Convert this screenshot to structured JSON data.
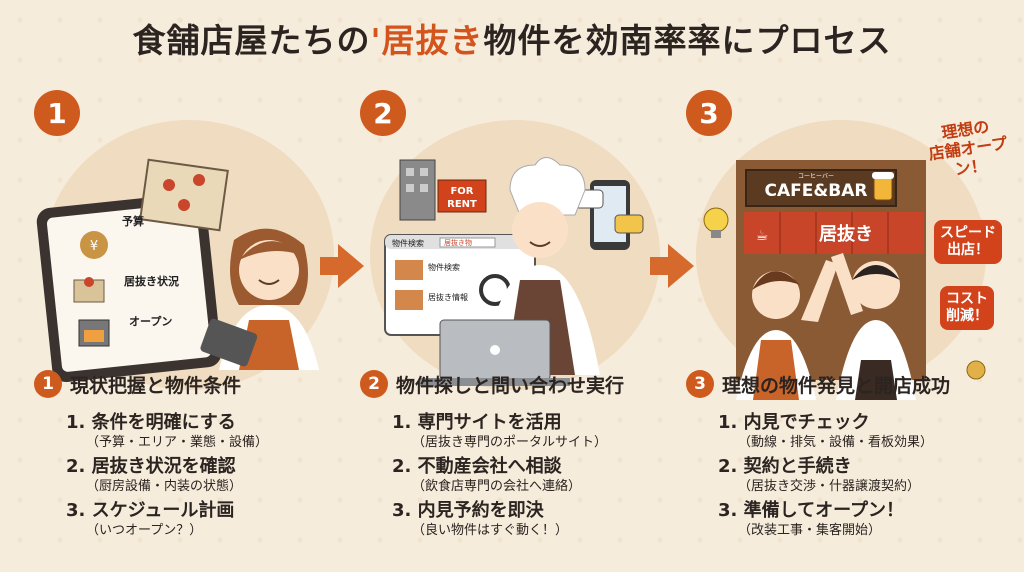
{
  "title": {
    "pre": "食舗店屋たちの",
    "highlight": "'居抜き",
    "post": "物件を効南率率にプロセス"
  },
  "steps": [
    {
      "number": "1",
      "heading": "現状把握と物件条件",
      "illus_labels": {
        "budget": "予算",
        "status": "居抜き状況",
        "open": "オープン",
        "yen": "¥"
      },
      "items": [
        {
          "main": "1. 条件を明確にする",
          "sub": "（予算・エリア・業態・設備）"
        },
        {
          "main": "2. 居抜き状況を確認",
          "sub": "（厨房設備・内装の状態）"
        },
        {
          "main": "3. スケジュール計画",
          "sub": "（いつオープン？）"
        }
      ]
    },
    {
      "number": "2",
      "heading": "物件探しと問い合わせ実行",
      "illus_labels": {
        "for_rent_1": "FOR",
        "for_rent_2": "RENT",
        "search_title": "物件検索",
        "search_box": "居抜き物",
        "result1": "物件検索",
        "result2": "居抜き情報"
      },
      "items": [
        {
          "main": "1. 専門サイトを活用",
          "sub": "（居抜き専門のポータルサイト）"
        },
        {
          "main": "2. 不動産会社へ相談",
          "sub": "（飲食店専門の会社へ連絡）"
        },
        {
          "main": "3. 内見予約を即決",
          "sub": "（良い物件はすぐ動く！）"
        }
      ]
    },
    {
      "number": "3",
      "heading": "理想の物件発見と開店成功",
      "illus_labels": {
        "sign": "CAFE&BAR",
        "sign_small": "コーヒーバー",
        "noren": "居抜き",
        "cup": "☕"
      },
      "badges": {
        "open": "理想の\n店舗オープン！",
        "speed": "スピード\n出店！",
        "cost": "コスト\n削減！"
      },
      "items": [
        {
          "main": "1. 内見でチェック",
          "sub": "（動線・排気・設備・看板効果）"
        },
        {
          "main": "2. 契約と手続き",
          "sub": "（居抜き交渉・什器譲渡契約）"
        },
        {
          "main": "3. 準備してオープン！",
          "sub": "（改装工事・集客開始）"
        }
      ]
    }
  ]
}
